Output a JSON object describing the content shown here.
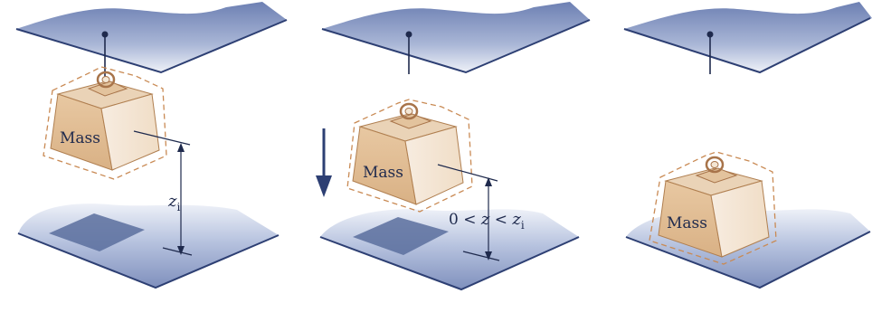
{
  "panels": [
    {
      "mass_label": "Mass",
      "height_var": "z",
      "height_sub": "i"
    },
    {
      "mass_label": "Mass",
      "height_prefix": "0 < ",
      "height_var": "z",
      "height_mid": " < ",
      "height_var2": "z",
      "height_sub": "i"
    },
    {
      "mass_label": "Mass"
    }
  ],
  "colors": {
    "plate_dark": "#2d3f73",
    "plate_light": "#dfe6f1",
    "mass_front": "#e2c09a",
    "mass_side": "#f4e6d4",
    "mass_top": "#ead3b7",
    "outline_dash": "#c98a54",
    "shadow": "#5b6f9d",
    "ink": "#1f2a4d"
  }
}
